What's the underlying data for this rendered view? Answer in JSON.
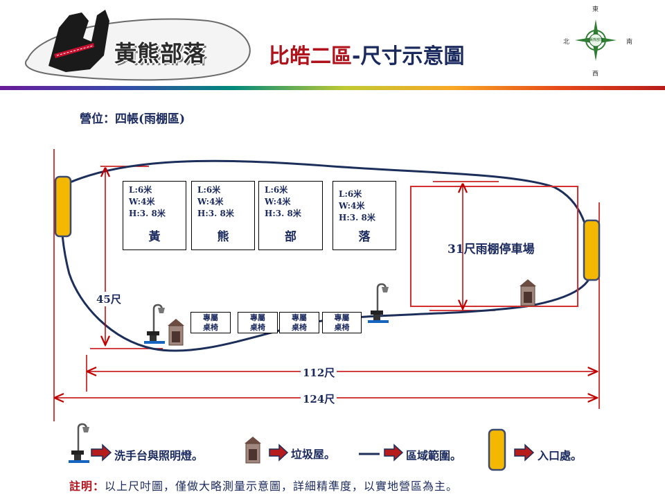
{
  "header": {
    "logo_text": "黃熊部落",
    "title_red": "比皓二區",
    "title_rest": "-尺寸示意圖"
  },
  "compass": {
    "north_top": "東",
    "left": "北",
    "right": "南",
    "bottom": "西",
    "center_text": "黃熊部落"
  },
  "site": {
    "label": "營位：四帳(雨棚區)"
  },
  "tents": [
    {
      "l": "L:6米",
      "w": "W:4米",
      "h": "H:3. 8米",
      "name": "黃"
    },
    {
      "l": "L:6米",
      "w": "W:4米",
      "h": "H:3. 8米",
      "name": "熊"
    },
    {
      "l": "L:6米",
      "w": "W:4米",
      "h": "H:3. 8米",
      "name": "部"
    },
    {
      "l": "L:6米",
      "w": "W:4米",
      "h": "H:3. 8米",
      "name": "落"
    }
  ],
  "seats": [
    {
      "line1": "專屬",
      "line2": "桌椅"
    },
    {
      "line1": "專屬",
      "line2": "桌椅"
    },
    {
      "line1": "專屬",
      "line2": "桌椅"
    },
    {
      "line1": "專屬",
      "line2": "桌椅"
    }
  ],
  "dimensions": {
    "height_left": "45尺",
    "parking_depth": "31尺",
    "parking_label": "雨棚停車場",
    "inner_width": "112尺",
    "outer_width": "124尺"
  },
  "legend": {
    "sink_light": "洗手台與照明燈。",
    "trash_house": "垃圾屋。",
    "area_boundary": "區域範圍。",
    "entrance": "入口處。"
  },
  "note": {
    "lead": "註明：",
    "text": "以上尺吋圖，僅做大略測量示意圖，詳細精準度，以實地營區為主。"
  },
  "colors": {
    "title_red": "#b0121b",
    "text_navy": "#1b2a5e",
    "dimension_red": "#c00000",
    "boundary_navy": "#1c2e5a",
    "entrance_yellow": "#f5b800"
  }
}
